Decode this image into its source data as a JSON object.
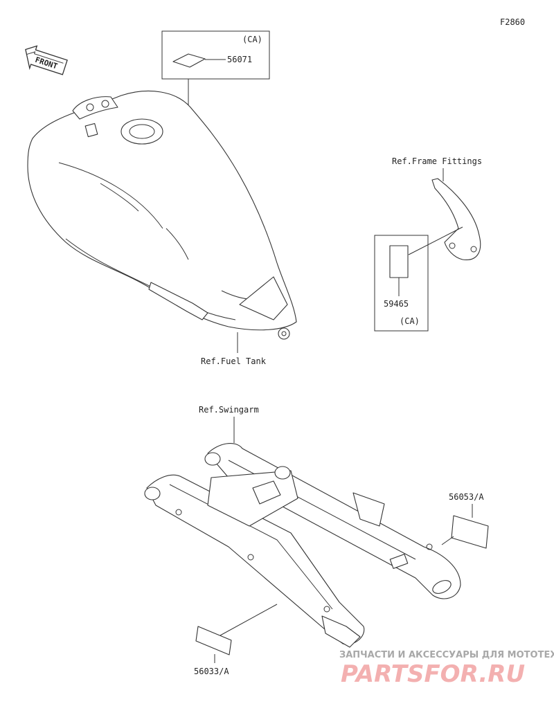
{
  "figure_code": "F2860",
  "front_label": "FRONT",
  "labels": {
    "fuel_tank_ref": "Ref.Fuel Tank",
    "frame_fittings_ref": "Ref.Frame Fittings",
    "swingarm_ref": "Ref.Swingarm"
  },
  "parts": [
    {
      "number": "56071",
      "variant": "(CA)"
    },
    {
      "number": "59465",
      "variant": "(CA)"
    },
    {
      "number": "56053/A",
      "variant": ""
    },
    {
      "number": "56033/A",
      "variant": ""
    }
  ],
  "watermark": {
    "subtitle": "ЗАПЧАСТИ И АКСЕССУАРЫ ДЛЯ МОТОТЕХНИКИ",
    "brand": "PARTSFOR.RU"
  }
}
